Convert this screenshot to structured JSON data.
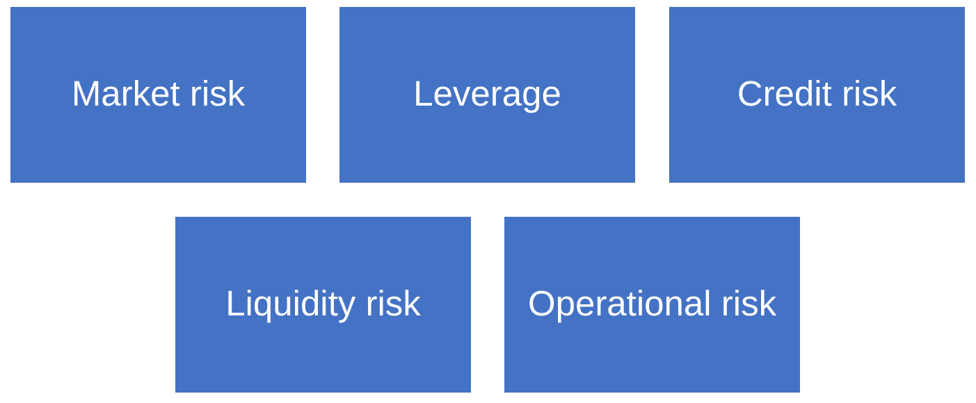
{
  "colors": {
    "box_fill": "#4472C4",
    "text": "#FFFFFF",
    "background": "#FFFFFF"
  },
  "boxes": {
    "market": "Market risk",
    "leverage": "Leverage",
    "credit": "Credit risk",
    "liquidity": "Liquidity risk",
    "operational": "Operational risk"
  }
}
